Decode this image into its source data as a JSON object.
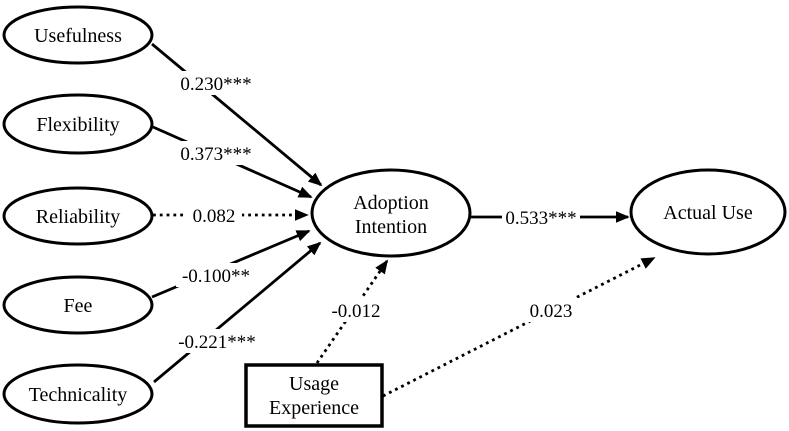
{
  "diagram": {
    "type": "path-model",
    "colors": {
      "stroke": "#000000",
      "background": "#ffffff"
    },
    "nodes": {
      "usefulness": {
        "label": "Usefulness",
        "shape": "ellipse"
      },
      "flexibility": {
        "label": "Flexibility",
        "shape": "ellipse"
      },
      "reliability": {
        "label": "Reliability",
        "shape": "ellipse"
      },
      "fee": {
        "label": "Fee",
        "shape": "ellipse"
      },
      "technicality": {
        "label": "Technicality",
        "shape": "ellipse"
      },
      "adoption_intention": {
        "label": "Adoption Intention",
        "line1": "Adoption",
        "line2": "Intention",
        "shape": "ellipse"
      },
      "actual_use": {
        "label": "Actual Use",
        "shape": "ellipse"
      },
      "usage_experience": {
        "label": "Usage Experience",
        "line1": "Usage",
        "line2": "Experience",
        "shape": "rectangle"
      }
    },
    "edges": [
      {
        "from": "Usefulness",
        "to": "Adoption Intention",
        "coefficient": "0.230***",
        "line": "solid"
      },
      {
        "from": "Flexibility",
        "to": "Adoption Intention",
        "coefficient": "0.373***",
        "line": "solid"
      },
      {
        "from": "Reliability",
        "to": "Adoption Intention",
        "coefficient": "0.082",
        "line": "dotted"
      },
      {
        "from": "Fee",
        "to": "Adoption Intention",
        "coefficient": "-0.100**",
        "line": "solid"
      },
      {
        "from": "Technicality",
        "to": "Adoption Intention",
        "coefficient": "-0.221***",
        "line": "solid"
      },
      {
        "from": "Adoption Intention",
        "to": "Actual Use",
        "coefficient": "0.533***",
        "line": "solid"
      },
      {
        "from": "Usage Experience",
        "to": "Adoption Intention",
        "coefficient": "-0.012",
        "line": "dotted"
      },
      {
        "from": "Usage Experience",
        "to": "Actual Use",
        "coefficient": "0.023",
        "line": "dotted"
      }
    ]
  }
}
